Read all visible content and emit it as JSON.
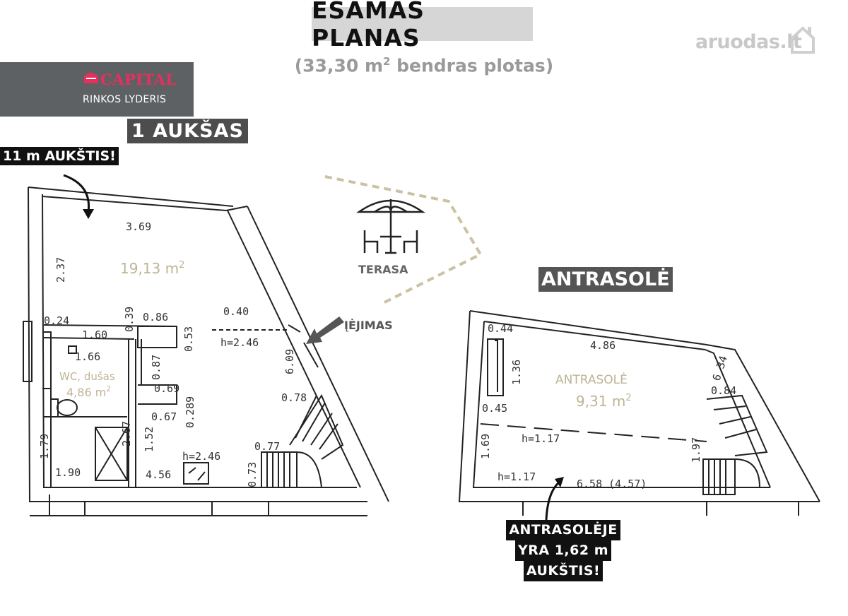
{
  "header": {
    "title": "ESAMAS PLANAS",
    "subtitle_prefix": "(33,30 m",
    "subtitle_sup": "2",
    "subtitle_suffix": " bendras plotas)"
  },
  "watermark": {
    "text": "aruodas.lt"
  },
  "brand": {
    "name": "CAPITAL",
    "tagline": "RINKOS LYDERIS"
  },
  "floor1": {
    "title": "1 AUKŠAS",
    "height_note": "11 m AUKŠTIS!",
    "main_room_area": "19,13 m",
    "main_room_sup": "2",
    "wc_label": "WC, dušas",
    "wc_area": "4,86 m",
    "wc_sup": "2",
    "terrace_label": "TERASA",
    "entrance_label": "ĮĖJIMAS",
    "dimensions": [
      "3.69",
      "2.37",
      "0.24",
      "0.39",
      "0.86",
      "0.40",
      "1.60",
      "0.53",
      "h=2.46",
      "6.09",
      "1.66",
      "0.87",
      "0.69",
      "0.289",
      "0.78",
      "0.67",
      "2.67",
      "1.52",
      "1.79",
      "0.77",
      "h=2.46",
      "0.73",
      "1.90",
      "4.56"
    ]
  },
  "mezzanine": {
    "title": "ANTRASOLĖ",
    "room_label": "ANTRASOLĖ",
    "room_area": "9,31 m",
    "room_sup": "2",
    "height_callout": [
      "ANTRASOLĖJE",
      "YRA 1,62 m",
      "AUKŠTIS!"
    ],
    "dimensions": [
      "0.44",
      "4.86",
      "6.34",
      "1.36",
      "0.84",
      "0.45",
      "h=1.17",
      "1.97",
      "1.69",
      "h=1.17",
      "6.58 (4.57)"
    ]
  },
  "colors": {
    "room_label": "#bdb494",
    "terrace_outline": "#c9c2a3",
    "brand_accent": "#e52f5c"
  }
}
